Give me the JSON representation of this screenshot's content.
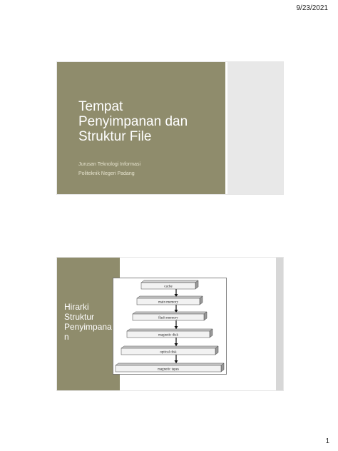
{
  "header": {
    "date": "9/23/2021"
  },
  "slide1": {
    "title_lines": [
      "Tempat",
      "Penyimpanan dan",
      "Struktur File"
    ],
    "subtitle_lines": [
      "Jurusan Teknologi Informasi",
      "Politeknik Negeri Padang"
    ]
  },
  "slide2": {
    "title_lines": [
      "Hirarki",
      "Struktur",
      "Penyimpana",
      "n"
    ],
    "diagram": {
      "tiers": [
        "cache",
        "main memory",
        "flash memory",
        "magnetic disk",
        "optical disk",
        "magnetic tapes"
      ]
    }
  },
  "footer": {
    "page_number": "1"
  }
}
